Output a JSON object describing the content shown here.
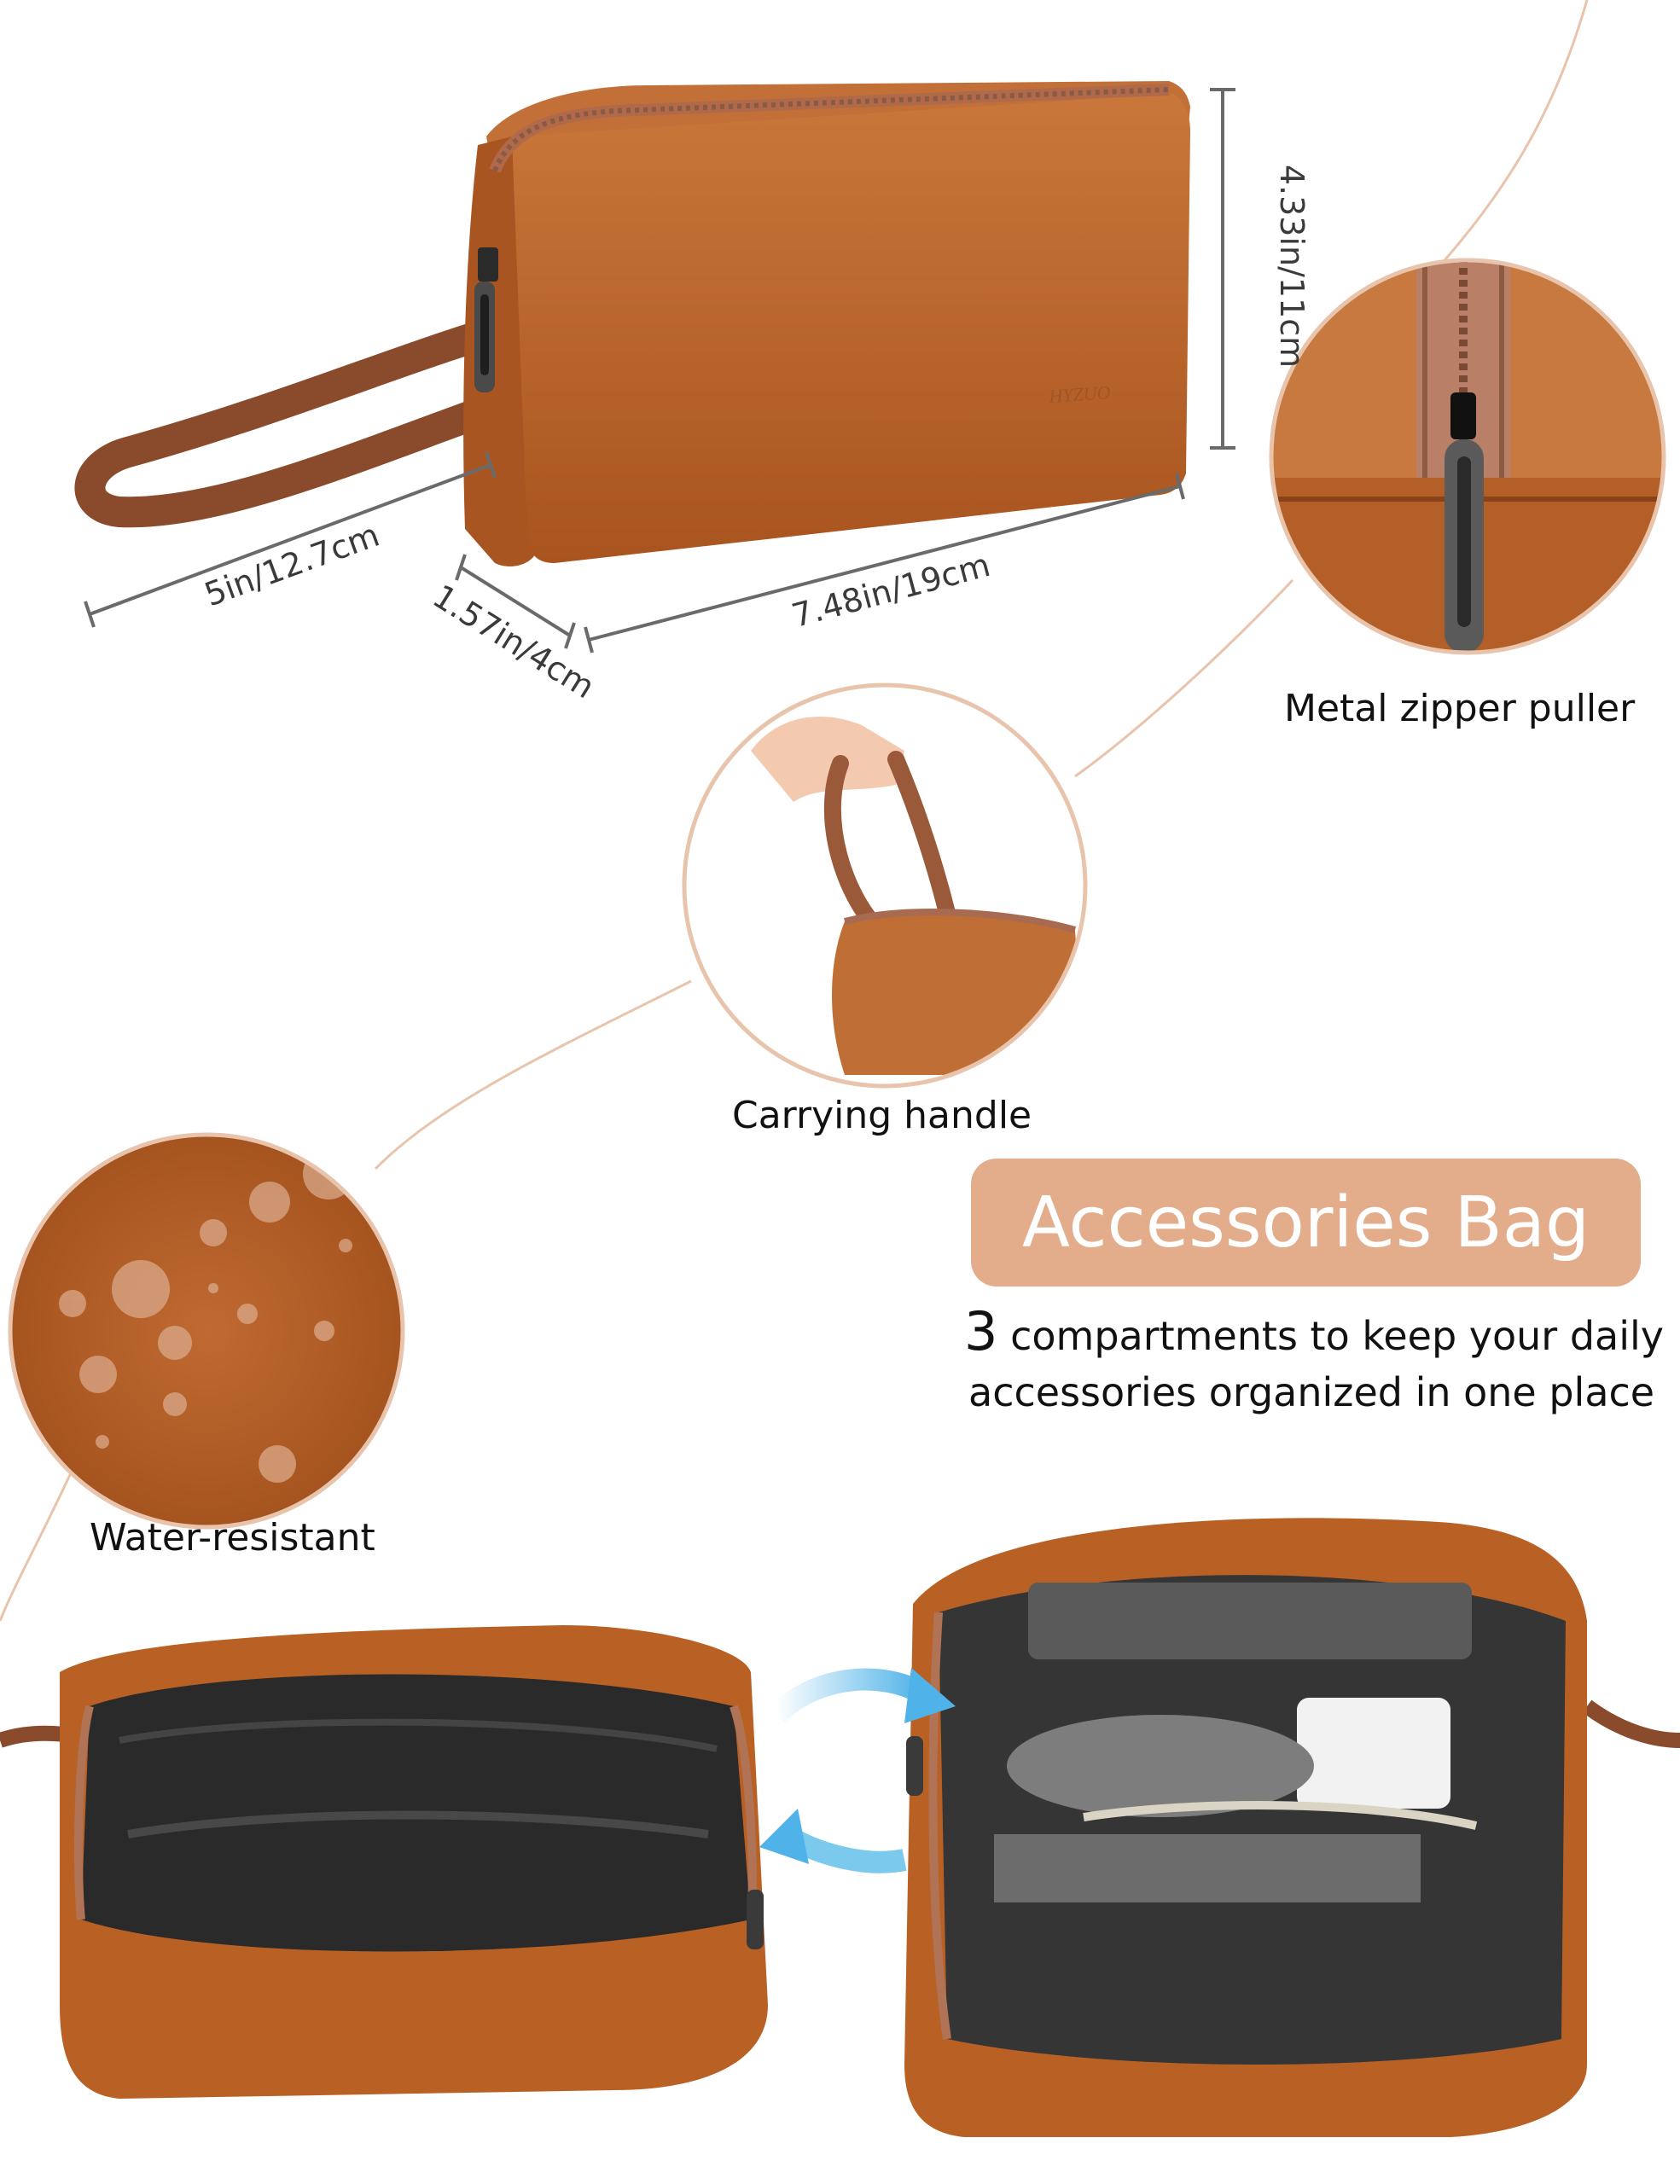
{
  "dimensions": {
    "height": "4.33in/11cm",
    "depth": "5in/12.7cm",
    "width_small": "1.57in/4cm",
    "length": "7.48in/19cm"
  },
  "brand_mark": "HYZUO",
  "features": {
    "zipper": "Metal zipper puller",
    "handle": "Carrying handle",
    "water": "Water-resistant"
  },
  "headline": {
    "title": "Accessories Bag",
    "count": "3",
    "line1": " compartments to keep your daily",
    "line2": "accessories organized in one place"
  },
  "colors": {
    "accent": "#e3ad8c",
    "leather": "#b8612a",
    "leather_dark": "#8a4319",
    "strap": "#8a4a2c",
    "lining": "#2a2a2a",
    "arrow": "#7cc9ee"
  }
}
